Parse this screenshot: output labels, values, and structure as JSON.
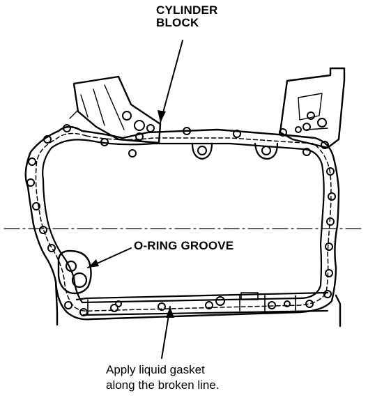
{
  "diagram": {
    "labels": {
      "cylinder_block_line1": "CYLINDER",
      "cylinder_block_line2": "BLOCK",
      "o_ring_groove": "O-RING GROOVE",
      "note_line1": "Apply liquid gasket",
      "note_line2": "along the broken line."
    },
    "colors": {
      "ink": "#000000",
      "paper": "#ffffff"
    }
  }
}
